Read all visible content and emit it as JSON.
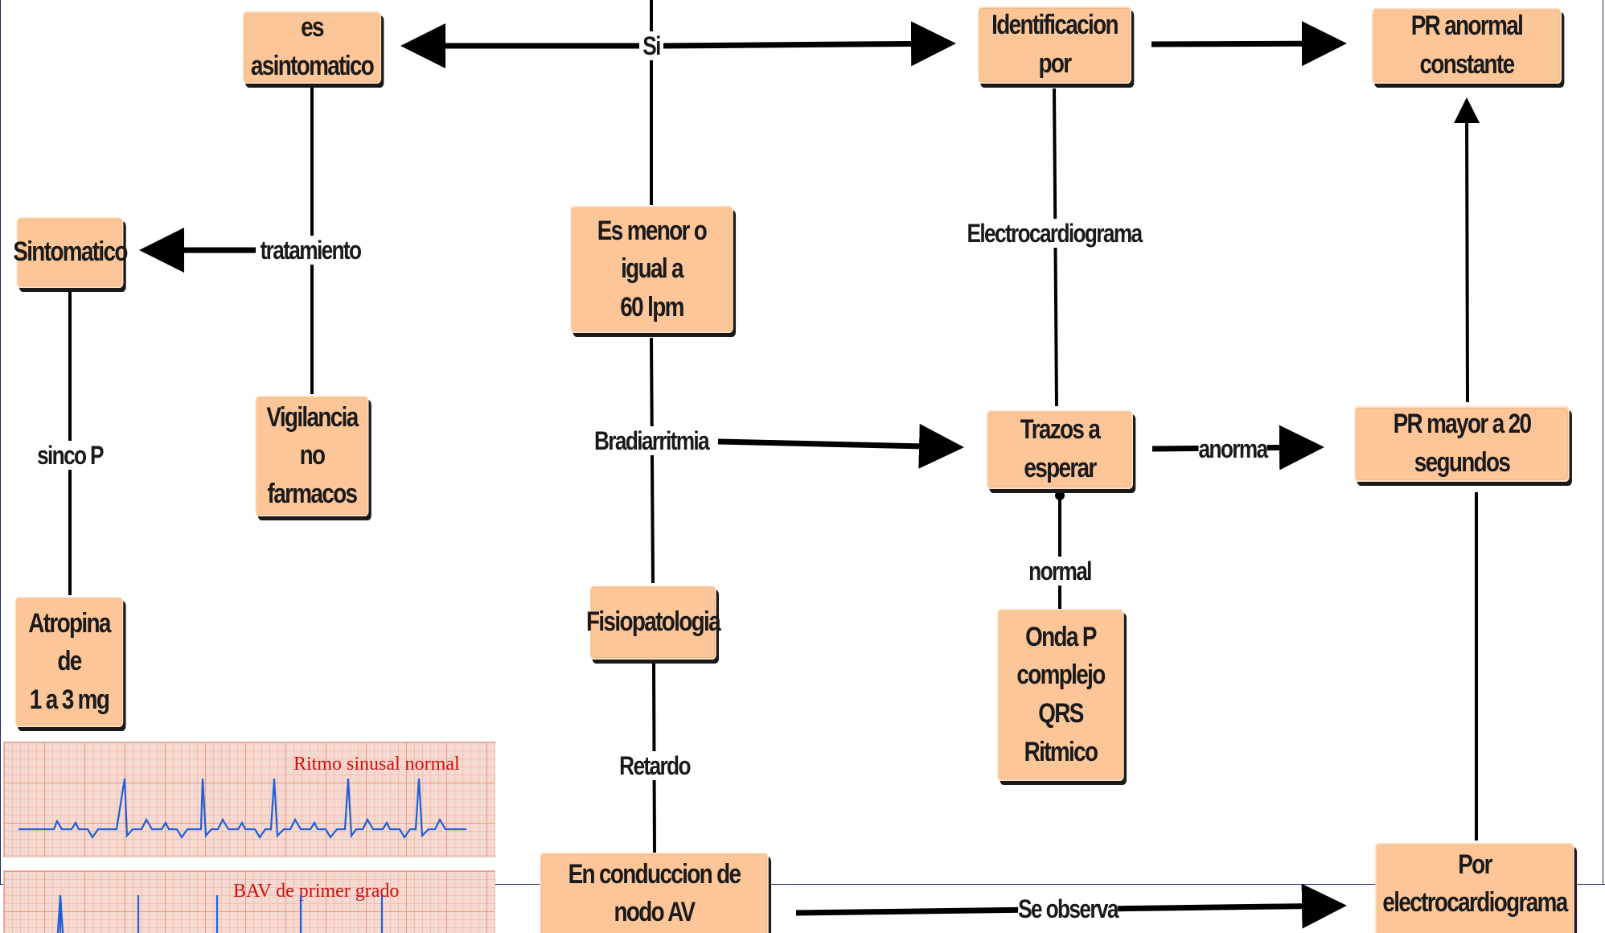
{
  "colors": {
    "node_fill": "#FCC699",
    "line": "#000000",
    "ekg_trace": "#1f5fd6",
    "ekg_title": "#d10f0f",
    "frame": "#1f2a7a"
  },
  "nodes": {
    "es_asintomatico": "es asintomatico",
    "identificacion_por": "Identificacion por",
    "pr_anormal_constante": "PR anormal constante",
    "sintomatico": "Sintomatico",
    "es_menor_60": "Es menor o igual a\n60 lpm",
    "vigilancia": "Vigilancia\nno farmacos",
    "trazos_a_esperar": "Trazos a esperar",
    "pr_mayor_20": "PR mayor a 20 segundos",
    "atropina": "Atropina de\n1 a 3 mg",
    "fisiopatologia": "Fisiopatologia",
    "onda_p": "Onda P\ncomplejo QRS\nRitmico",
    "en_conduccion": "En conduccion de nodo AV\na Haz de His",
    "por_electrocardiograma": "Por electrocardiograma\nen"
  },
  "labels": {
    "si": "Si",
    "tratamiento": "tratamiento",
    "electrocardiograma": "Electrocardiograma",
    "sinco_p": "sinco P",
    "bradiarritmia": "Bradiarritmia",
    "anorma": "anorma",
    "normal": "normal",
    "retardo": "Retardo",
    "se_observa": "Se observa"
  },
  "ekg_strips": {
    "normal": "Ritmo sinusal normal",
    "bav": "BAV de primer grado"
  }
}
